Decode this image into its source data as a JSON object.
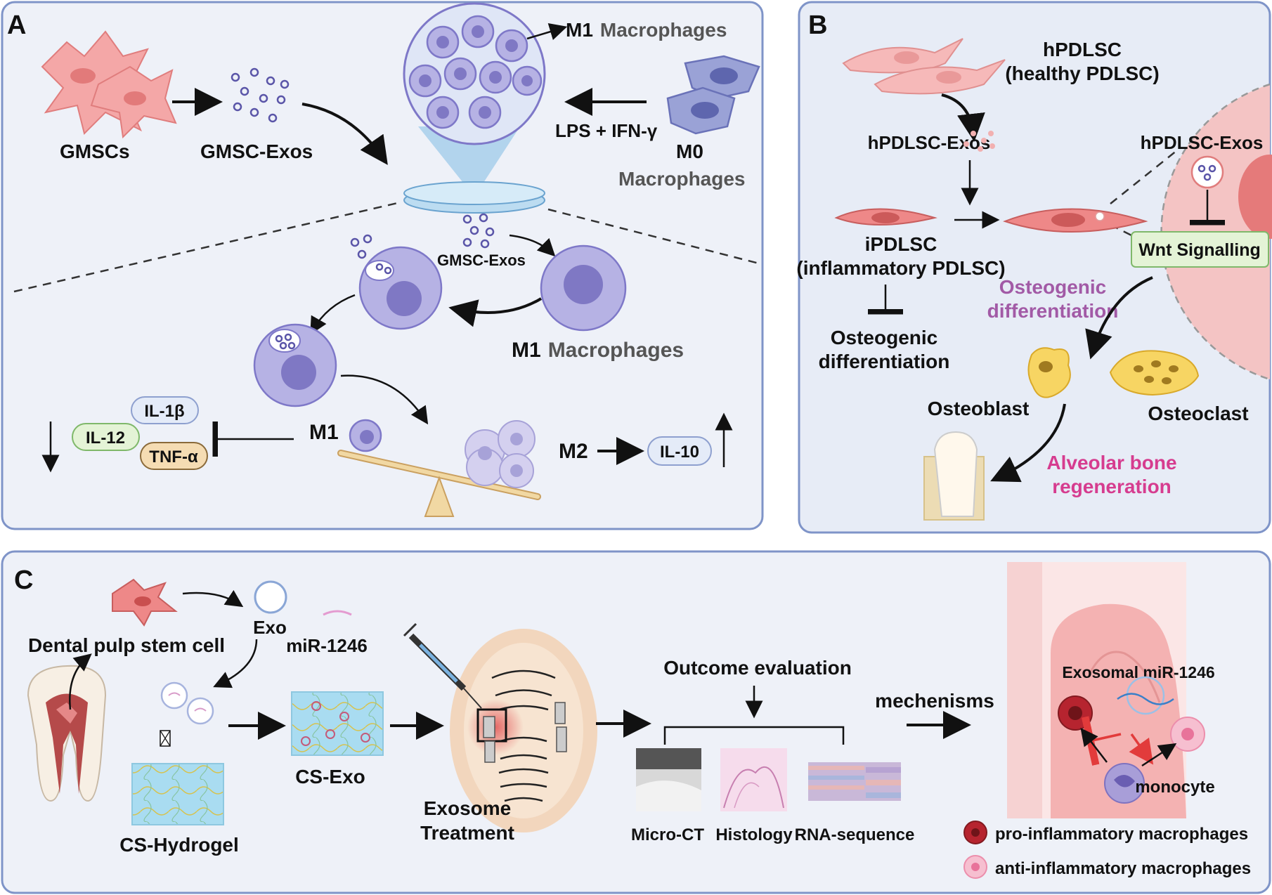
{
  "panelA": {
    "letter": "A",
    "gmscs": "GMSCs",
    "gmsc_exos": "GMSC-Exos",
    "m1_bold": "M1",
    "macrophages": "Macrophages",
    "lps": "LPS + IFN-γ",
    "m0": "M0",
    "m0_macrophages": "Macrophages",
    "gmsc_exos_small": "GMSC-Exos",
    "m1_mid_bold": "M1",
    "m1_mid_macrophages": "Macrophages",
    "il1b": "IL-1β",
    "il12": "IL-12",
    "tnfa": "TNF-α",
    "m1_label": "M1",
    "m2_label": "M2",
    "il10": "IL-10"
  },
  "panelB": {
    "letter": "B",
    "hpdlsc": "hPDLSC",
    "healthy": "(healthy PDLSC)",
    "hpdlsc_exos": "hPDLSC-Exos",
    "hpdlsc_exos_right": "hPDLSC-Exos",
    "ipdlsc": "iPDLSC",
    "inflammatory": "(inflammatory PDLSC)",
    "osteo_diff_1": "Osteogenic",
    "osteo_diff_2": "differentiation",
    "osteo_diff_purple_1": "Osteogenic",
    "osteo_diff_purple_2": "differentiation",
    "wnt": "Wnt Signalling",
    "osteoblast": "Osteoblast",
    "osteoclast": "Osteoclast",
    "alveolar_1": "Alveolar bone",
    "alveolar_2": "regeneration"
  },
  "panelC": {
    "letter": "C",
    "dpsc": "Dental pulp stem cell",
    "exo": "Exo",
    "mir": "miR-1246",
    "cs_hydrogel": "CS-Hydrogel",
    "cs_exo": "CS-Exo",
    "exosome": "Exosome",
    "treatment": "Treatment",
    "outcome": "Outcome evaluation",
    "microct": "Micro-CT",
    "histology": "Histology",
    "rnaseq": "RNA-sequence",
    "mechanisms": "mechenisms",
    "exosomal_mir": "Exosomal miR-1246",
    "monocyte": "monocyte",
    "pro_inflam": "pro-inflammatory macrophages",
    "anti_inflam": "anti-inflammatory macrophages"
  },
  "colors": {
    "panel_border": "#7f94c8",
    "macrophage": "#b6b2e4",
    "stem_cell": "#f4a7a7",
    "purple_text": "#a25aa6",
    "magenta_text": "#d63c8f",
    "wnt_box": "#e4f3d6"
  }
}
